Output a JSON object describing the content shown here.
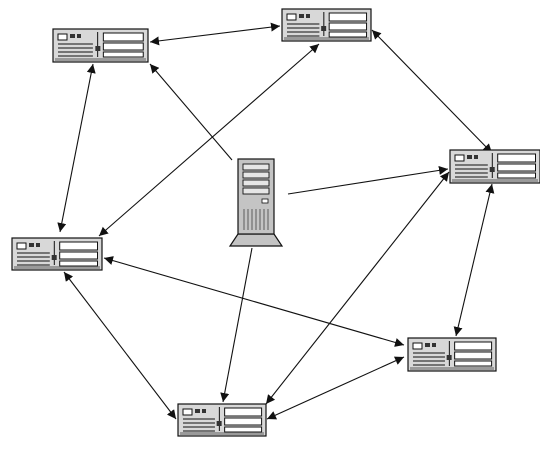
{
  "diagram": {
    "kind": "network-topology",
    "colors": {
      "stroke": "#111111",
      "device_face": "#d8d8d8",
      "device_panel": "#ffffff",
      "tower_body": "#c4c4c4",
      "tower_dark": "#6e6e6e"
    },
    "nodes": [
      {
        "id": "pc-top-left",
        "icon": "desktop-computer-icon"
      },
      {
        "id": "pc-top-center",
        "icon": "desktop-computer-icon"
      },
      {
        "id": "pc-right",
        "icon": "desktop-computer-icon"
      },
      {
        "id": "pc-left",
        "icon": "desktop-computer-icon"
      },
      {
        "id": "pc-bottom-right",
        "icon": "desktop-computer-icon"
      },
      {
        "id": "pc-bottom-center",
        "icon": "desktop-computer-icon"
      },
      {
        "id": "server",
        "icon": "server-tower-icon"
      }
    ],
    "links": [
      {
        "from": "pc-top-left",
        "to": "pc-top-center",
        "arrows": "both"
      },
      {
        "from": "pc-top-left",
        "to": "pc-left",
        "arrows": "both"
      },
      {
        "from": "pc-top-center",
        "to": "pc-left",
        "arrows": "both"
      },
      {
        "from": "pc-top-center",
        "to": "pc-right",
        "arrows": "both"
      },
      {
        "from": "pc-right",
        "to": "pc-bottom-right",
        "arrows": "both"
      },
      {
        "from": "pc-right",
        "to": "pc-bottom-center",
        "arrows": "both"
      },
      {
        "from": "pc-left",
        "to": "pc-bottom-right",
        "arrows": "both"
      },
      {
        "from": "pc-left",
        "to": "pc-bottom-center",
        "arrows": "both"
      },
      {
        "from": "pc-bottom-right",
        "to": "pc-bottom-center",
        "arrows": "both"
      },
      {
        "from": "server",
        "to": "pc-top-left",
        "arrows": "end"
      },
      {
        "from": "server",
        "to": "pc-right",
        "arrows": "end"
      },
      {
        "from": "server",
        "to": "pc-bottom-center",
        "arrows": "end"
      }
    ]
  }
}
